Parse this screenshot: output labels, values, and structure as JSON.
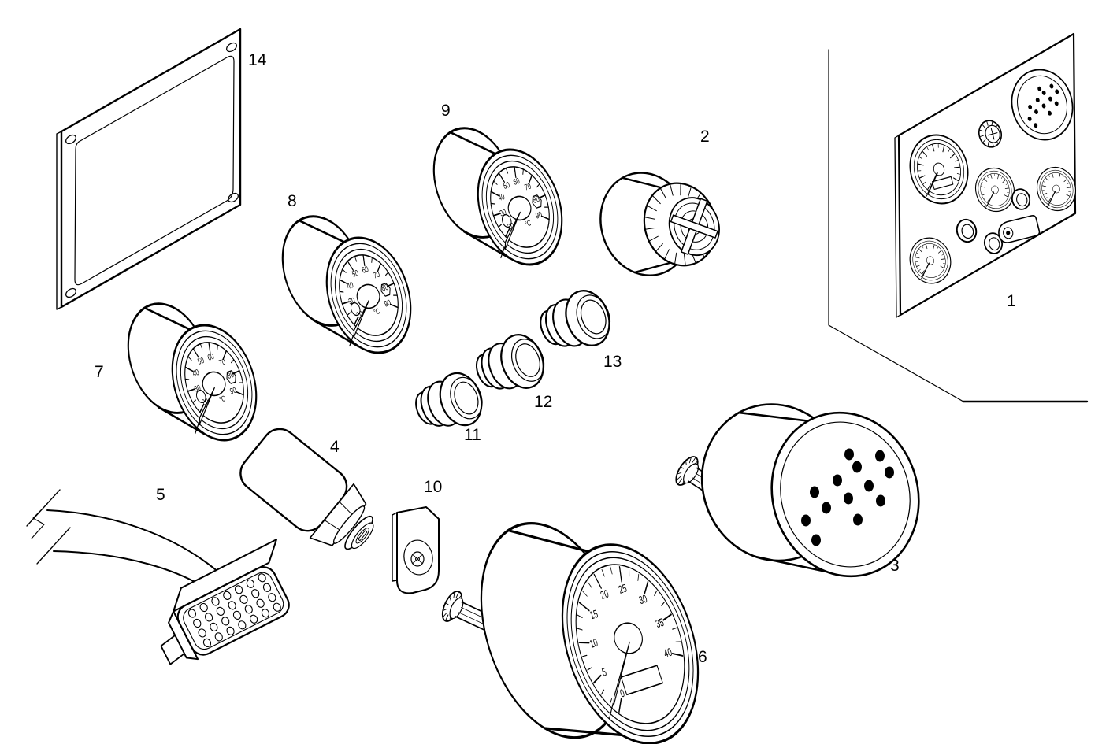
{
  "diagram": {
    "type": "exploded-parts-line-drawing",
    "subject": "engine instrument panel components",
    "colors": {
      "line": "#000000",
      "background": "#ffffff"
    },
    "callouts": [
      "1",
      "2",
      "3",
      "4",
      "5",
      "6",
      "7",
      "8",
      "9",
      "10",
      "11",
      "12",
      "13",
      "14"
    ],
    "temp_gauge": {
      "unit": "°C",
      "scale": [
        "20",
        "30",
        "40",
        "50",
        "60",
        "70",
        "80",
        "90"
      ]
    },
    "tachometer": {
      "scale": [
        "0",
        "5",
        "10",
        "15",
        "20",
        "25",
        "30",
        "35",
        "40"
      ]
    }
  }
}
